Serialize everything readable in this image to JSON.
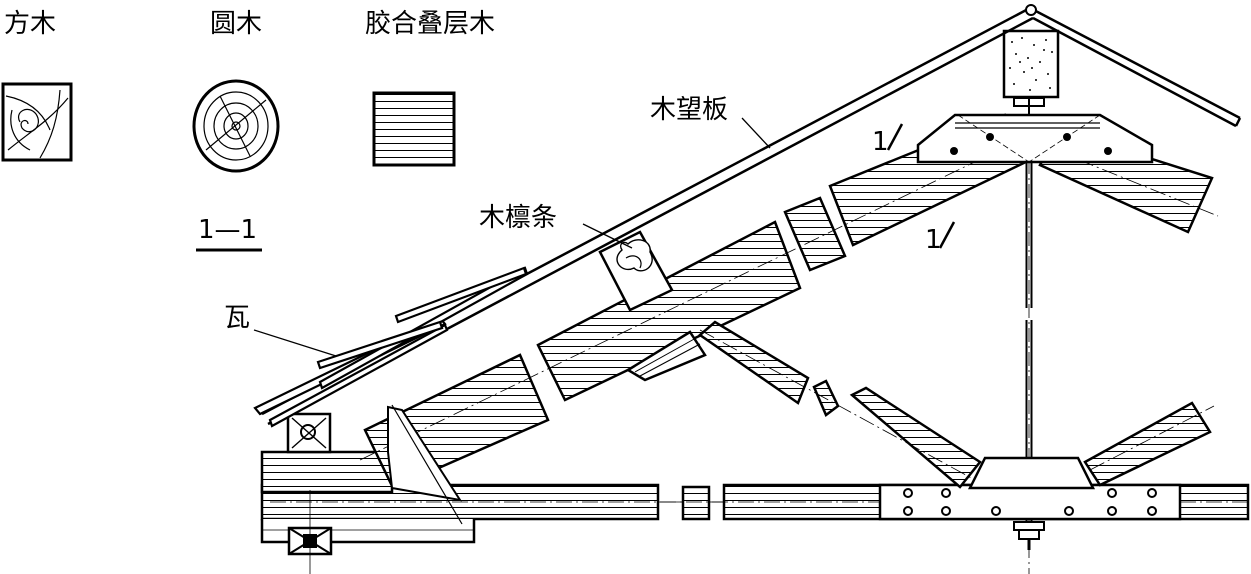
{
  "legend": {
    "square_timber": "方木",
    "round_timber": "圆木",
    "glulam": "胶合叠层木"
  },
  "section_label": "1—1",
  "labels": {
    "roof_board": "木望板",
    "purlin": "木檩条",
    "tile": "瓦"
  },
  "section_marks": {
    "upper": "1",
    "lower": "1"
  }
}
